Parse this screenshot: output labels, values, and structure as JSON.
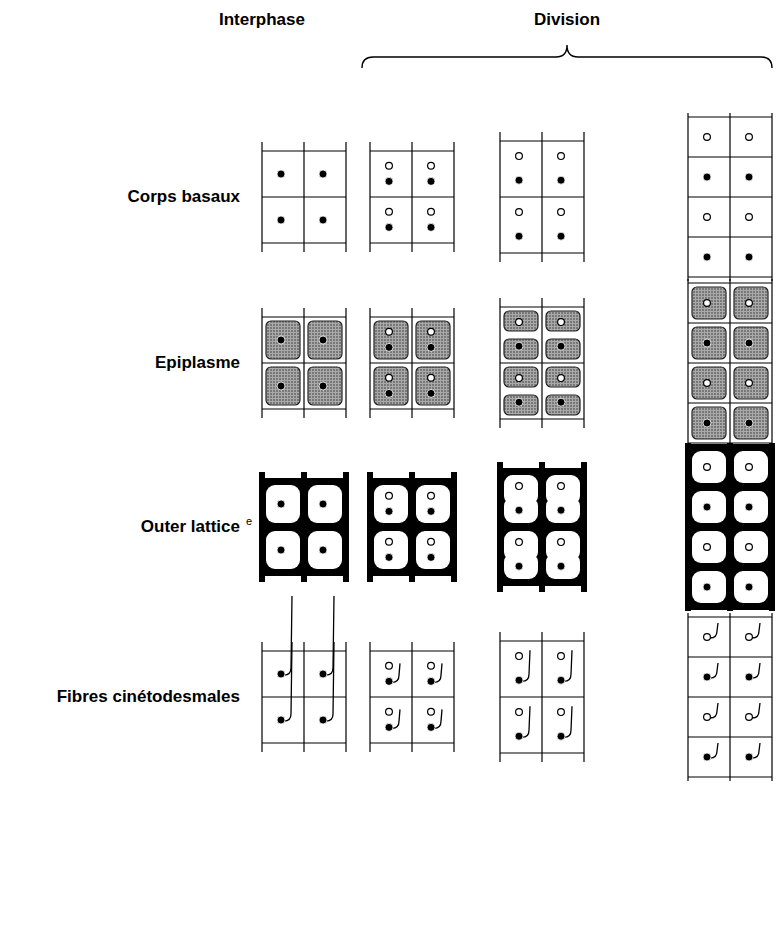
{
  "diagram": {
    "labels": [
      "Interphase",
      "Division",
      "Corps basaux",
      "Epiplasme",
      "Outer lattice",
      "Fibres cinétodesmales",
      "e"
    ]
  }
}
